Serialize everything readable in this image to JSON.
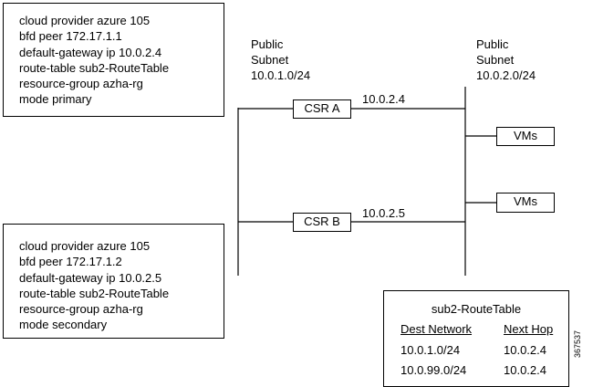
{
  "config_a": {
    "lines": [
      "cloud provider azure 105",
      "bfd peer 172.17.1.1",
      "default-gateway ip 10.0.2.4",
      "route-table sub2-RouteTable",
      "resource-group azha-rg",
      "mode primary"
    ]
  },
  "config_b": {
    "lines": [
      "cloud provider azure 105",
      "bfd peer 172.17.1.2",
      "default-gateway ip 10.0.2.5",
      "route-table sub2-RouteTable",
      "resource-group azha-rg",
      "mode secondary"
    ]
  },
  "subnet_left": {
    "line1": "Public",
    "line2": "Subnet",
    "line3": "10.0.1.0/24"
  },
  "subnet_right": {
    "line1": "Public",
    "line2": "Subnet",
    "line3": "10.0.2.0/24"
  },
  "csr_a": {
    "label": "CSR A",
    "ip": "10.0.2.4"
  },
  "csr_b": {
    "label": "CSR B",
    "ip": "10.0.2.5"
  },
  "vm_top": {
    "label": "VMs"
  },
  "vm_bottom": {
    "label": "VMs"
  },
  "route_table": {
    "title": "sub2-RouteTable",
    "headers": [
      "Dest Network",
      "Next Hop"
    ],
    "rows": [
      [
        "10.0.1.0/24",
        "10.0.2.4"
      ],
      [
        "10.0.99.0/24",
        "10.0.2.4"
      ]
    ]
  },
  "figure_id": "367537"
}
